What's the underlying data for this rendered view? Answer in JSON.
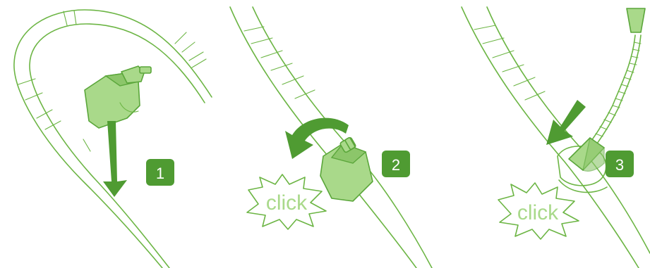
{
  "steps": [
    {
      "number": "1"
    },
    {
      "number": "2",
      "sound": "click"
    },
    {
      "number": "3",
      "sound": "click"
    }
  ],
  "colors": {
    "line": "#6cb544",
    "part_fill": "#a9d98a",
    "arrow": "#4f9b32",
    "badge": "#4f9b32"
  },
  "icons": [
    "down-arrow-icon",
    "rotate-arrow-icon",
    "diagonal-arrow-icon",
    "click-burst-icon"
  ]
}
